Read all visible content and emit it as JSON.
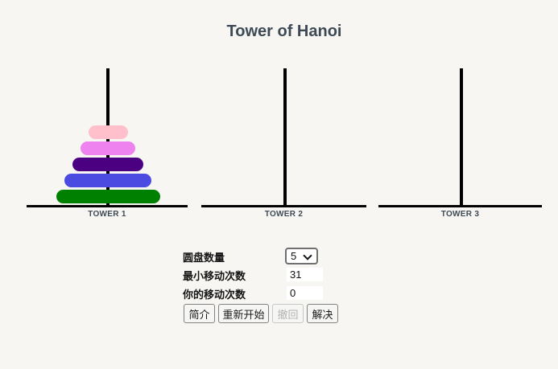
{
  "title": "Tower of Hanoi",
  "towers": [
    {
      "label": "TOWER 1",
      "disks": [
        {
          "size": 1,
          "color": "#ffc0cb",
          "width": 49
        },
        {
          "size": 2,
          "color": "#ee82ee",
          "width": 68
        },
        {
          "size": 3,
          "color": "#4b0082",
          "width": 88
        },
        {
          "size": 4,
          "color": "#4b4be1",
          "width": 108
        },
        {
          "size": 5,
          "color": "#008000",
          "width": 129
        }
      ]
    },
    {
      "label": "TOWER 2",
      "disks": []
    },
    {
      "label": "TOWER 3",
      "disks": []
    }
  ],
  "controls": {
    "disk_count_label": "圆盘数量",
    "disk_count_value": "5",
    "min_moves_label": "最小移动次数",
    "min_moves_value": "31",
    "your_moves_label": "你的移动次数",
    "your_moves_value": "0",
    "buttons": [
      {
        "label": "简介",
        "enabled": true
      },
      {
        "label": "重新开始",
        "enabled": true
      },
      {
        "label": "撤回",
        "enabled": false
      },
      {
        "label": "解决",
        "enabled": true
      }
    ]
  },
  "colors": {
    "background": "#f7f6f3",
    "heading_text": "#3d4a55",
    "pole": "#000000",
    "disk_colors": [
      "#ffc0cb",
      "#ee82ee",
      "#4b0082",
      "#4b4be1",
      "#008000"
    ]
  }
}
